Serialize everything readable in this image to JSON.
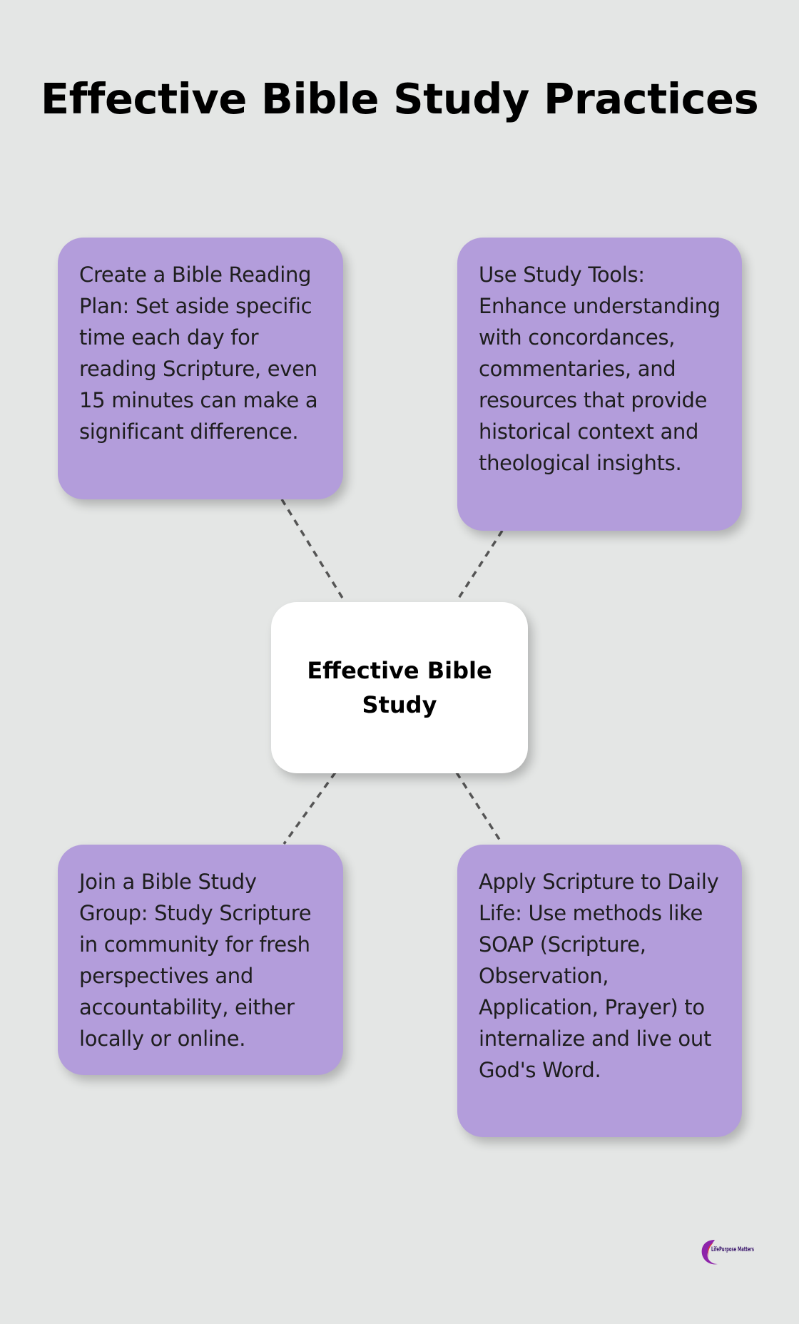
{
  "title": "Effective Bible Study Practices",
  "center": {
    "label": "Effective Bible Study"
  },
  "nodes": [
    {
      "id": "reading-plan",
      "text": "Create a Bible Reading Plan: Set aside specific time each day for reading Scripture, even 15 minutes can make a significant difference."
    },
    {
      "id": "study-tools",
      "text": "Use Study Tools: Enhance understanding with concordances, commentaries, and resources that provide historical context and theological insights."
    },
    {
      "id": "study-group",
      "text": "Join a Bible Study Group: Study Scripture in community for fresh perspectives and accountability, either locally or online."
    },
    {
      "id": "apply-scripture",
      "text": "Apply Scripture to Daily Life: Use methods like SOAP (Scripture, Observation, Application, Prayer) to internalize and live out God's Word."
    }
  ],
  "logo": {
    "text": "LifePurpose Matters"
  },
  "colors": {
    "background": "#e4e6e5",
    "node_fill": "#b39ddb",
    "center_fill": "#ffffff",
    "connector": "#555555",
    "logo_accent": "#8e24aa"
  }
}
